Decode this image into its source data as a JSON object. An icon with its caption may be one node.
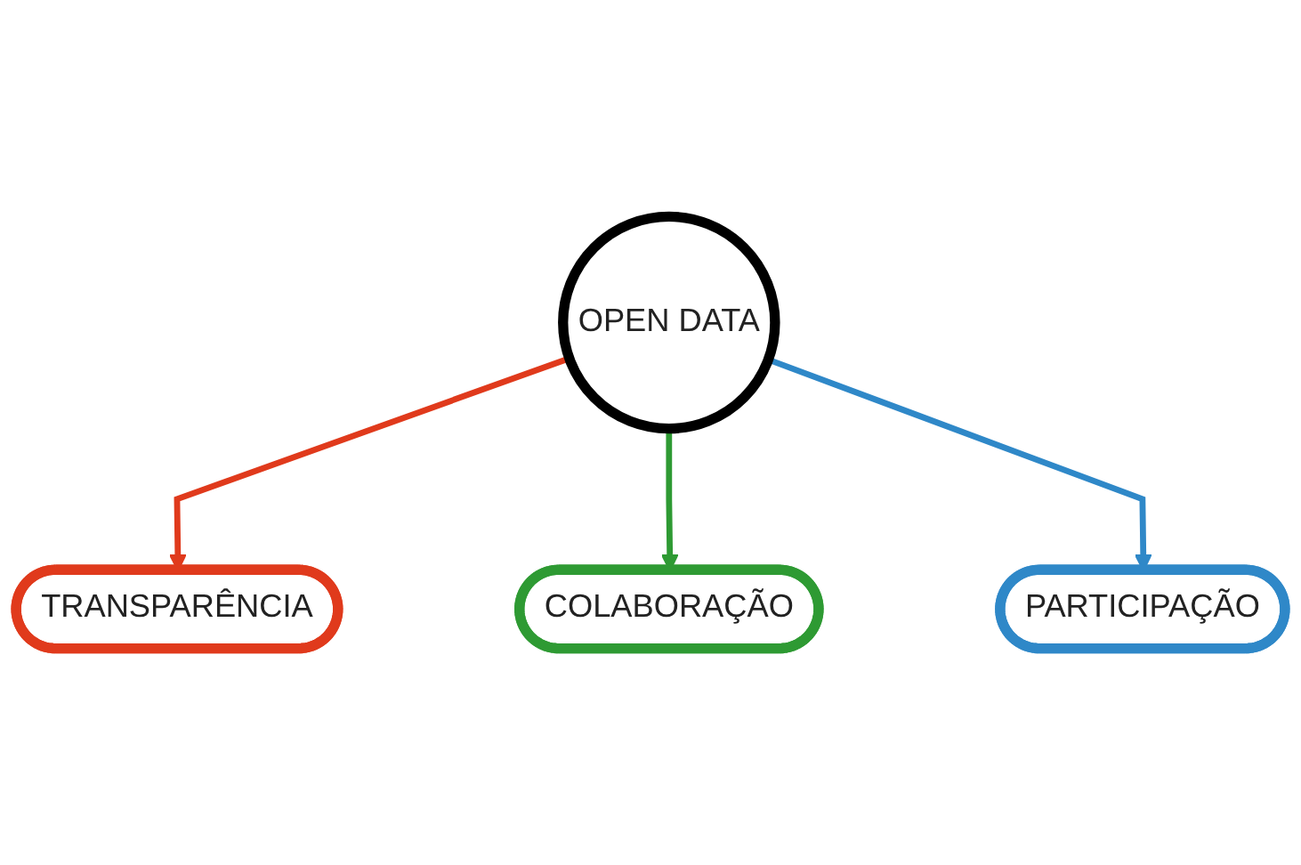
{
  "diagram": {
    "nodes": [
      {
        "text": [
          "TRANSPARÊNCIA"
        ]
      },
      {
        "text": [
          "OPEN DATA"
        ]
      },
      {
        "text": [
          "COLABORAÇÃO"
        ]
      },
      {
        "text": [
          "PARTICIPAÇÃO"
        ]
      }
    ],
    "edges": [
      {
        "from": 1,
        "to": 0,
        "arrow": "to",
        "color": "#e03a1c"
      },
      {
        "from": 1,
        "to": 2,
        "arrow": "to",
        "color": "#2e9a33"
      },
      {
        "from": 1,
        "to": 3,
        "arrow": "to",
        "color": "#2f88c8"
      }
    ]
  }
}
